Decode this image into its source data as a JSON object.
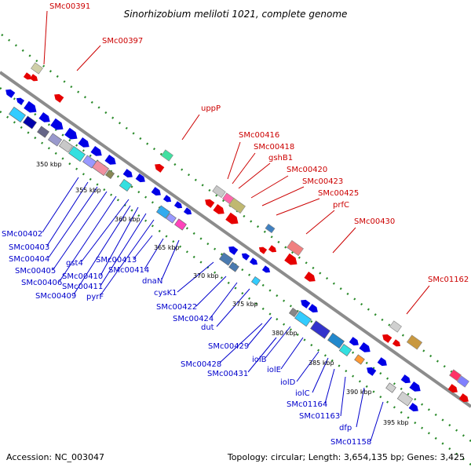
{
  "title": "Sinorhizobium meliloti 1021, complete genome",
  "footer": {
    "accession": "Accession: NC_003047",
    "topology": "Topology: circular; Length: 3,654,135 bp; Genes: 3,425"
  },
  "scale_labels": [
    "350 kbp",
    "355 kbp",
    "360 kbp",
    "365 kbp",
    "370 kbp",
    "375 kbp",
    "380 kbp",
    "385 kbp",
    "390 kbp",
    "395 kbp"
  ],
  "top_labels": [
    "SMc00391",
    "SMc00397",
    "uppP",
    "SMc00416",
    "SMc00418",
    "gshB1",
    "SMc00420",
    "SMc00423",
    "SMc00425",
    "prfC",
    "SMc00430",
    "SMc01162"
  ],
  "bottom_labels": [
    "SMc00402",
    "SMc00403",
    "SMc00404",
    "SMc00405",
    "SMc00406",
    "SMc00409",
    "gst4",
    "SMc00410",
    "SMc00411",
    "pyrF",
    "SMc00413",
    "SMc00414",
    "dnaN",
    "cysK1",
    "SMc00422",
    "SMc00424",
    "dut",
    "SMc00429",
    "SMc00428",
    "SMc00431",
    "iolB",
    "iolE",
    "iolD",
    "iolC",
    "SMc01164",
    "SMc01163",
    "dfp",
    "SMc01158"
  ],
  "colors": {
    "backbone": "#8c8c8c",
    "dotted_track": "#2a8a2a",
    "forward_gene": "#e60000",
    "reverse_gene": "#0000e6",
    "top_label": "#cc0000",
    "bottom_label": "#0000cc"
  }
}
